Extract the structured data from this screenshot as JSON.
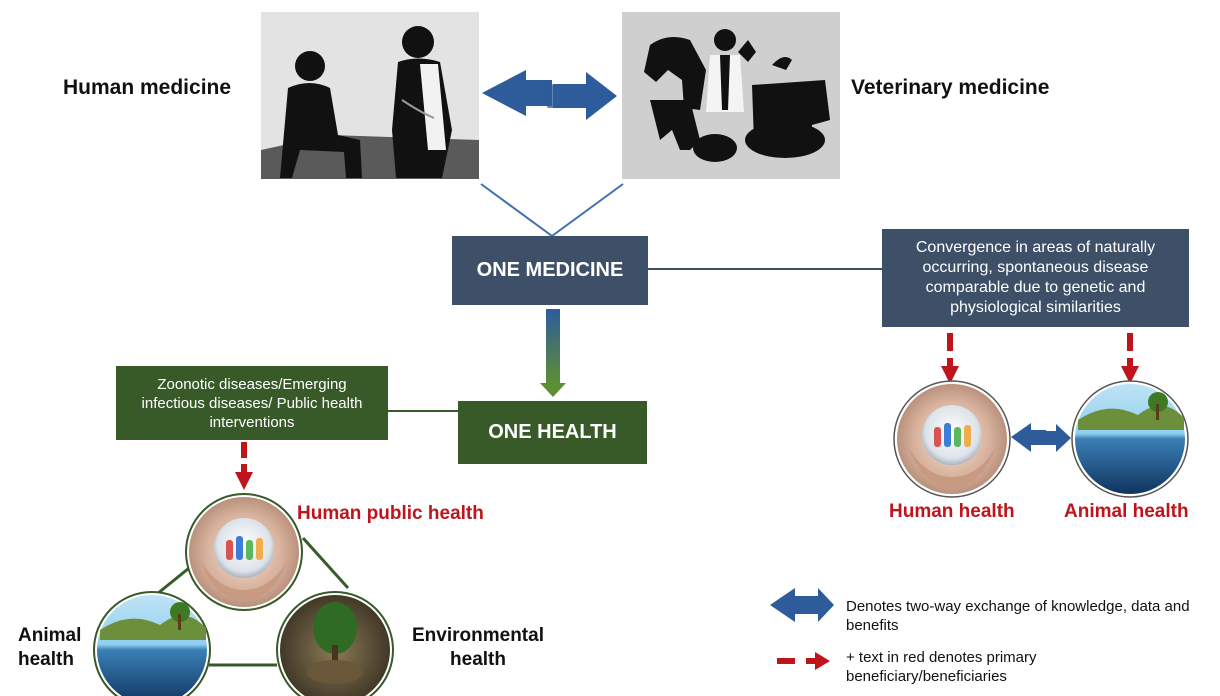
{
  "top": {
    "human_medicine": "Human medicine",
    "veterinary_medicine": "Veterinary medicine"
  },
  "one_medicine": {
    "title": "ONE MEDICINE",
    "convergence": "Convergence in areas of naturally occurring, spontaneous disease comparable due to genetic and physiological similarities"
  },
  "one_health": {
    "title": "ONE HEALTH",
    "zoonotic": "Zoonotic diseases/Emerging infectious diseases/ Public health interventions"
  },
  "triad": {
    "human_public_health": "Human public health",
    "animal_health": "Animal health",
    "environmental_health": "Environmental health"
  },
  "right_pair": {
    "human_health": "Human health",
    "animal_health": "Animal health"
  },
  "legend": {
    "exchange": "Denotes two-way exchange of knowledge, data and benefits",
    "beneficiary": "+ text in red denotes primary beneficiary/beneficiaries"
  },
  "colors": {
    "navy_box": "#3d5068",
    "green_box": "#385a29",
    "exchange_arrow": "#2e5b9a",
    "beneficiary_red": "#c0141c"
  }
}
